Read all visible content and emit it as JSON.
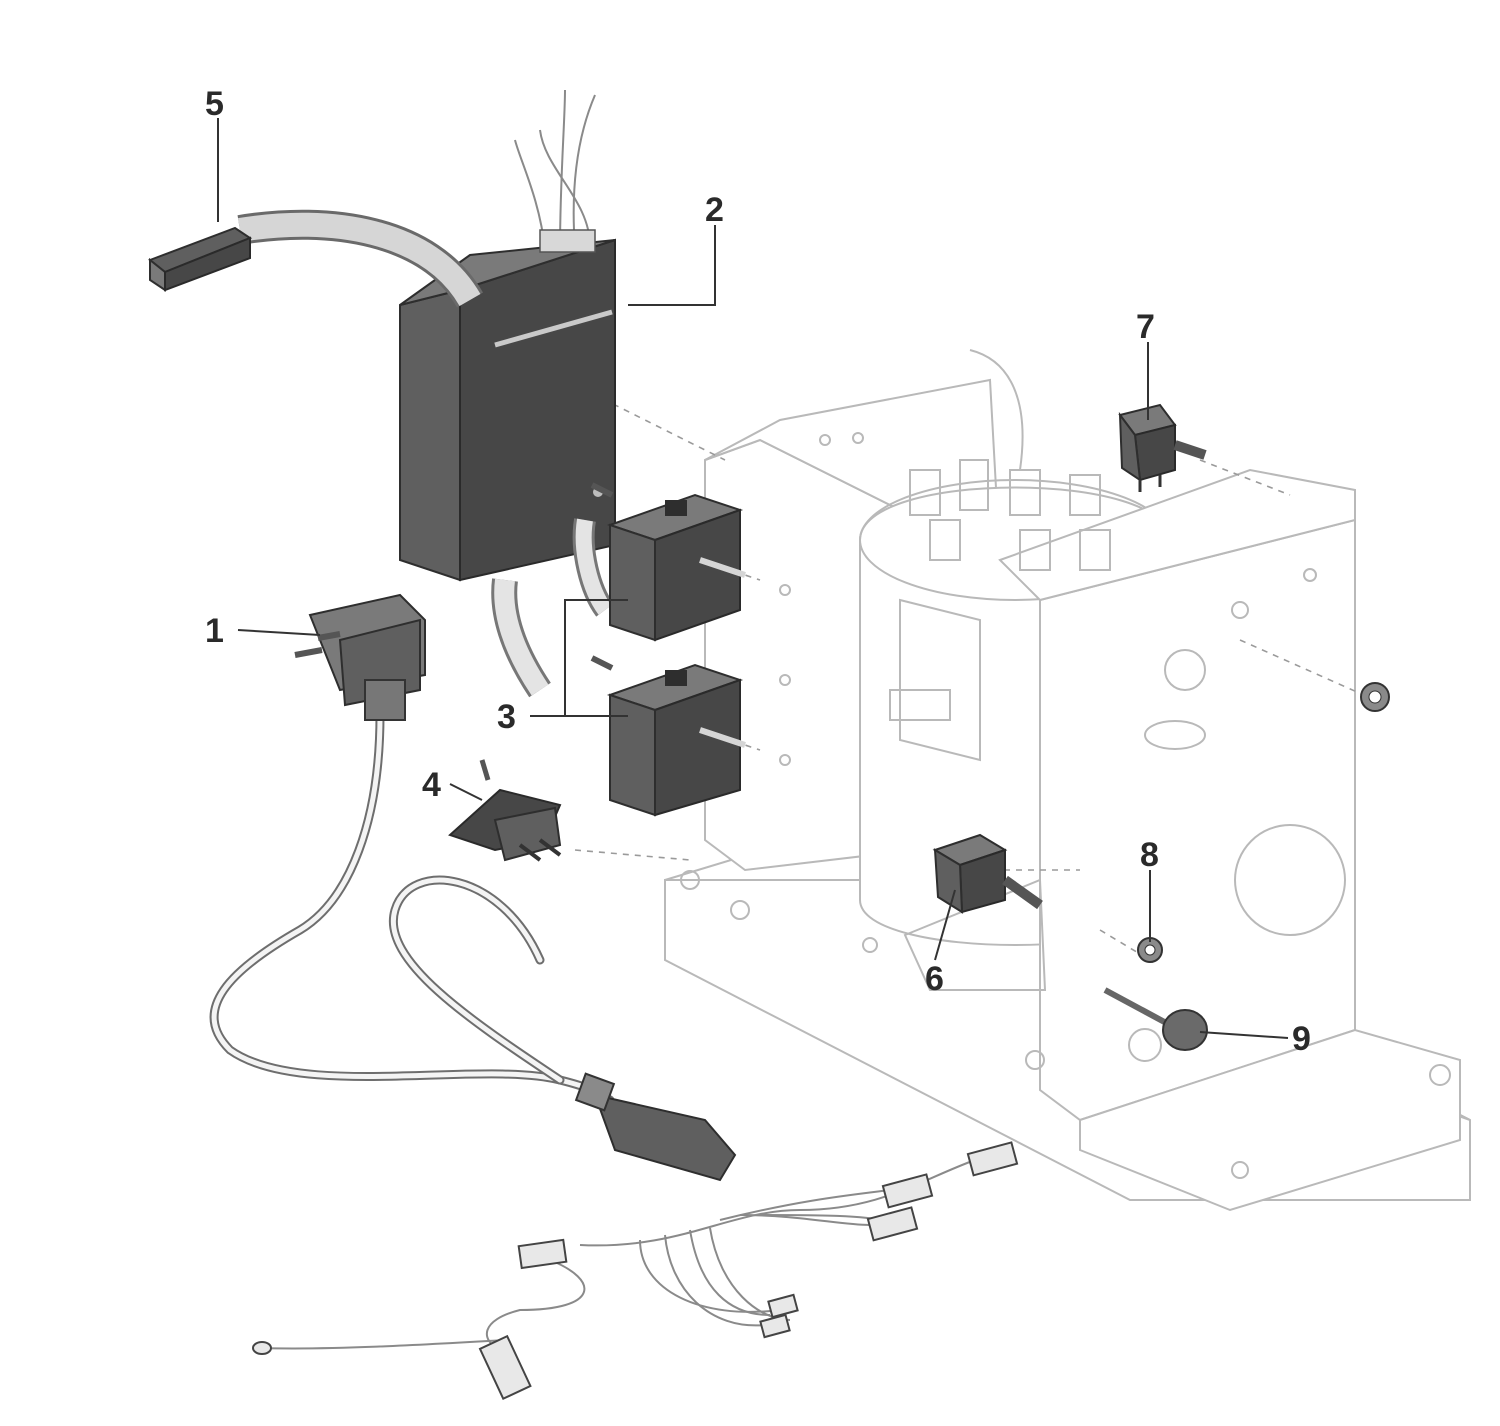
{
  "callouts": {
    "c1": "1",
    "c2": "2",
    "c3": "3",
    "c4": "4",
    "c5": "5",
    "c6": "6",
    "c7": "7",
    "c8": "8",
    "c9": "9"
  },
  "colors": {
    "part_fill": "#5f5f5f",
    "ghost_outline": "#b9b9b9",
    "label": "#2a2a2a"
  }
}
